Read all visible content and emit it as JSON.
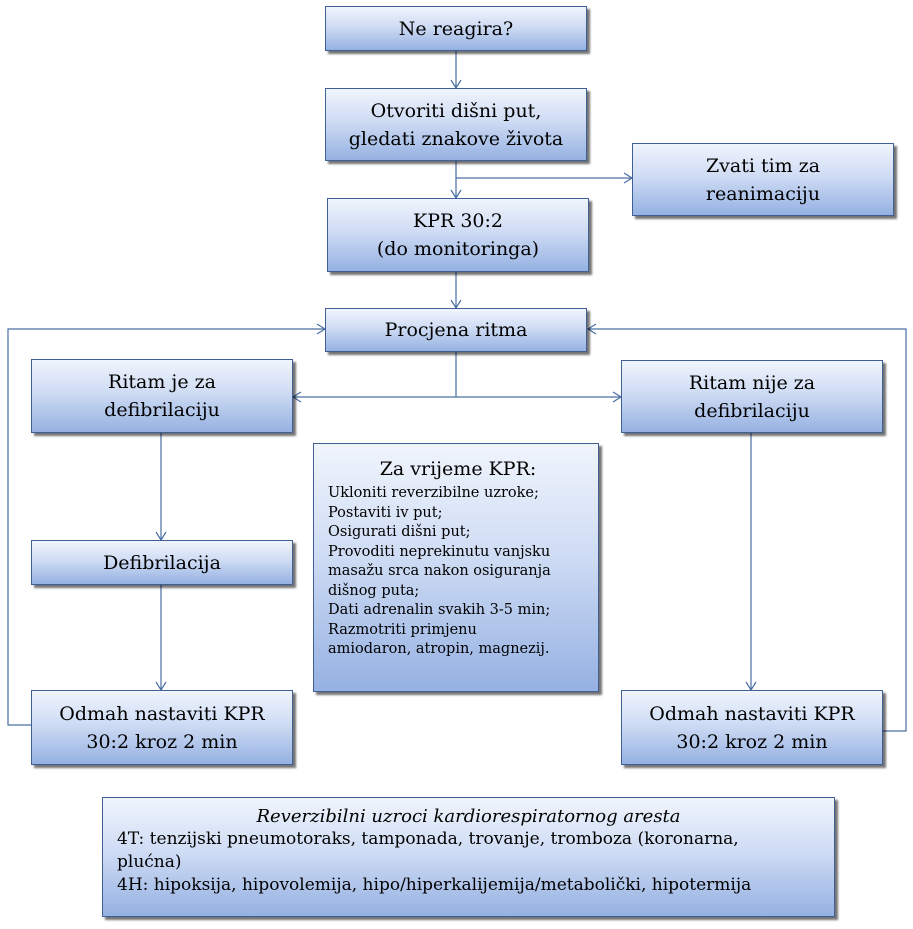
{
  "nodes": {
    "ne_reagira": "Ne reagira?",
    "otvoriti_1": "Otvoriti dišni put,",
    "otvoriti_2": "gledati znakove života",
    "zvati_1": "Zvati tim za",
    "zvati_2": "reanimaciju",
    "kpr_1": "KPR 30:2",
    "kpr_2": "(do monitoringa)",
    "procjena": "Procjena ritma",
    "ritam_za_1": "Ritam je za",
    "ritam_za_2": "defibrilaciju",
    "ritam_nije_1": "Ritam nije za",
    "ritam_nije_2": "defibrilaciju",
    "defib": "Defibrilacija",
    "odmah_left_1": "Odmah nastaviti KPR",
    "odmah_left_2": "30:2 kroz 2 min",
    "odmah_right_1": "Odmah nastaviti KPR",
    "odmah_right_2": "30:2 kroz 2 min"
  },
  "during_cpr": {
    "title": "Za vrijeme KPR:",
    "lines": [
      "Ukloniti reverzibilne uzroke;",
      "Postaviti iv put;",
      "Osigurati dišni put;",
      "Provoditi neprekinutu vanjsku",
      "masažu srca nakon osiguranja",
      "dišnog puta;",
      "Dati adrenalin svakih 3-5 min;",
      "Razmotriti primjenu",
      "amiodaron, atropin, magnezij."
    ]
  },
  "reversible": {
    "title": "Reverzibilni uzroci kardiorespiratornog aresta",
    "line_4t_a": "4T: tenzijski pneumotoraks, tamponada, trovanje, tromboza (koronarna,",
    "line_4t_b": "plućna)",
    "line_4h": "4H: hipoksija, hipovolemija, hipo/hiperkalijemija/metabolički, hipotermija"
  },
  "colors": {
    "box_top": "#f0f5fd",
    "box_bottom": "#95b1e2",
    "border": "#3f5f95",
    "connector": "#4a6fa5"
  }
}
